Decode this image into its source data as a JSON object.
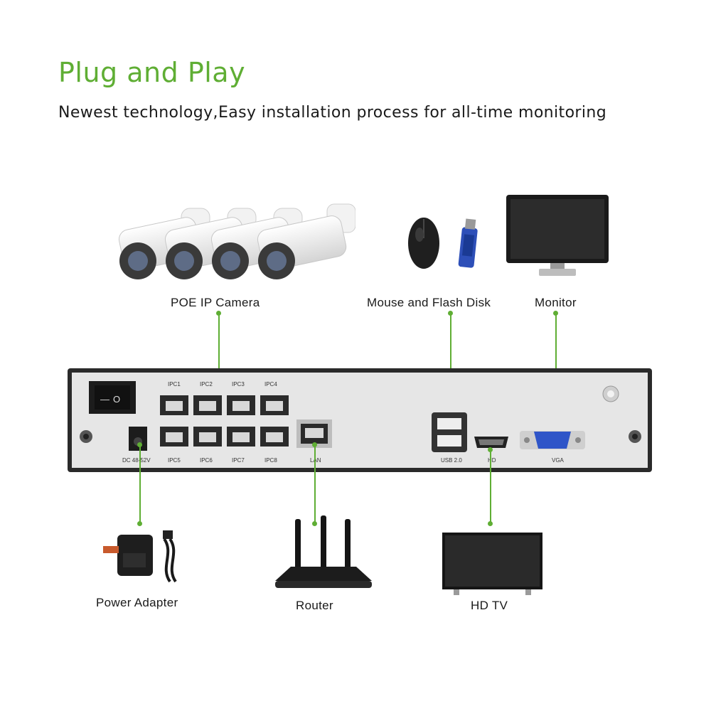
{
  "header": {
    "title": "Plug and Play",
    "subtitle": "Newest technology,Easy installation process for all-time monitoring"
  },
  "devices": {
    "camera": "POE IP Camera",
    "mouse_flash": "Mouse and Flash Disk",
    "monitor": "Monitor",
    "power": "Power Adapter",
    "router": "Router",
    "hdtv": "HD TV"
  },
  "nvr": {
    "ports_top": [
      "IPC1",
      "IPC2",
      "IPC3",
      "IPC4"
    ],
    "ports_bottom": [
      "IPC5",
      "IPC6",
      "IPC7",
      "IPC8"
    ],
    "dc": "DC 48-52V",
    "lan": "LAN",
    "usb": "USB 2.0",
    "hd": "HD",
    "vga": "VGA"
  },
  "colors": {
    "accent": "#5fae34",
    "panel": "#e4e4e4",
    "frame": "#2a2a2a"
  }
}
